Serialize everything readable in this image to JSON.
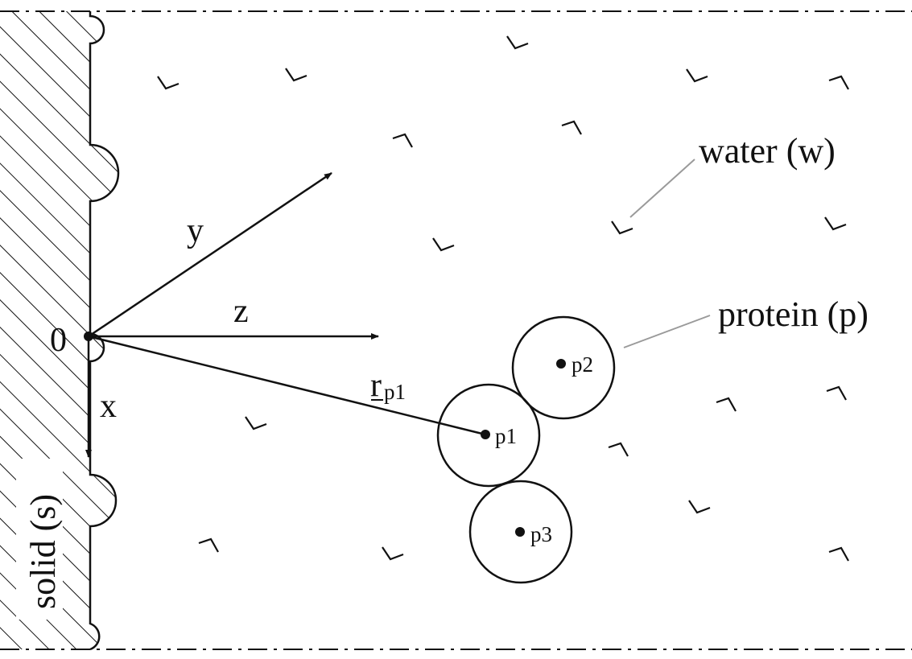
{
  "labels": {
    "origin": "0",
    "axis_x": "x",
    "axis_y": "y",
    "axis_z": "z",
    "vector_r": "r",
    "vector_r_sub": "p1",
    "water": "water (w)",
    "protein": "protein (p)",
    "solid": "solid (s)",
    "particle_1": "p1",
    "particle_2": "p2",
    "particle_3": "p3"
  },
  "colors": {
    "ink": "#111111",
    "leader": "#9a9a9a",
    "background": "#ffffff"
  },
  "icons": {
    "water_molecule": "chevron-corner-icon",
    "particle_center": "dot-icon"
  }
}
